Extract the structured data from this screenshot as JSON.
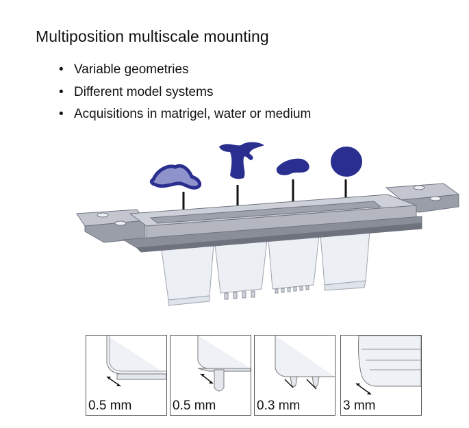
{
  "title": "Multiposition multiscale mounting",
  "bullets": [
    "Variable geometries",
    "Different model systems",
    "Acquisitions in matrigel, water or medium"
  ],
  "panels": [
    {
      "scale": "0.5 mm"
    },
    {
      "scale": "0.5 mm"
    },
    {
      "scale": "0.3 mm"
    },
    {
      "scale": "3 mm"
    }
  ],
  "colors": {
    "sample_dark": "#2a2f8f",
    "sample_light": "#8f93cc",
    "mount_gray": "#a9a9b3",
    "tube_fill": "#eceff4"
  }
}
